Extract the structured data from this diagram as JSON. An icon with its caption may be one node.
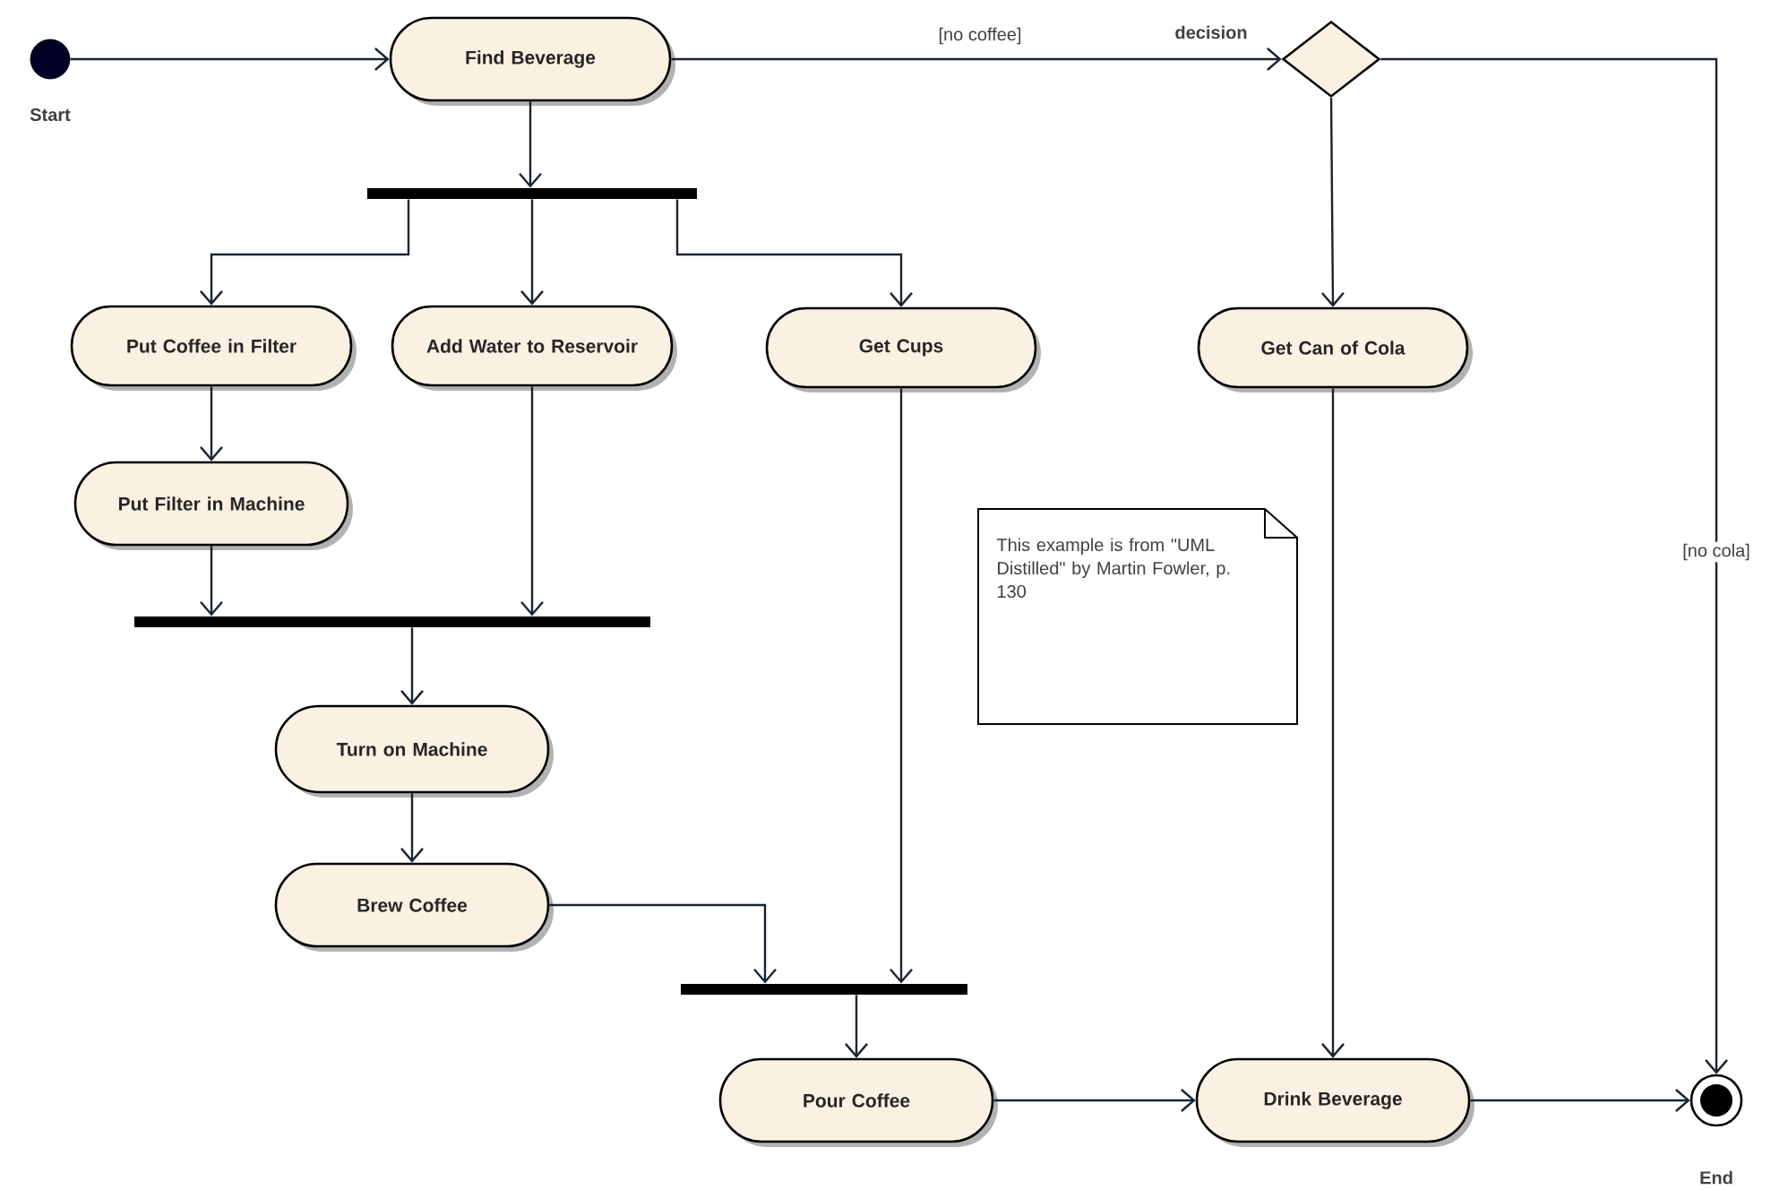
{
  "diagram": {
    "nodes": [
      {
        "text": [],
        "shape": "circle",
        "beside": [
          "Start"
        ]
      },
      {
        "text": [
          "Find Beverage"
        ]
      },
      {
        "text": [],
        "shape": "diamond",
        "beside": [
          "decision"
        ]
      },
      {
        "text": [],
        "shape": "bar"
      },
      {
        "text": [
          "Put Coffee in Filter"
        ]
      },
      {
        "text": [
          "Add Water to Reservoir"
        ]
      },
      {
        "text": [
          "Get Cups"
        ]
      },
      {
        "text": [
          "Get Can of Cola"
        ]
      },
      {
        "text": [
          "Put Filter in Machine"
        ]
      },
      {
        "text": [
          "This example is from \"UML Distilled\" by Martin Fowler, p. 130"
        ]
      },
      {
        "text": [],
        "shape": "bar"
      },
      {
        "text": [
          "Turn on Machine"
        ]
      },
      {
        "text": [
          "Brew Coffee"
        ]
      },
      {
        "text": [],
        "shape": "bar"
      },
      {
        "text": [
          "Pour Coffee"
        ]
      },
      {
        "text": [
          "Drink Beverage"
        ]
      },
      {
        "text": [],
        "shape": "circle",
        "beside": [
          "End"
        ]
      }
    ],
    "edges": [
      {
        "from": 0,
        "to": 1,
        "arrow": "to"
      },
      {
        "from": 1,
        "to": 2,
        "arrow": "to",
        "label": "[no coffee]"
      },
      {
        "from": 1,
        "to": 3,
        "arrow": "to"
      },
      {
        "from": 3,
        "to": 4,
        "arrow": "to"
      },
      {
        "from": 3,
        "to": 5,
        "arrow": "to"
      },
      {
        "from": 3,
        "to": 6,
        "arrow": "to"
      },
      {
        "from": 2,
        "to": 7,
        "arrow": "to"
      },
      {
        "from": 2,
        "to": 16,
        "arrow": "to",
        "label": "[no cola]"
      },
      {
        "from": 4,
        "to": 8,
        "arrow": "to"
      },
      {
        "from": 8,
        "to": 10,
        "arrow": "to"
      },
      {
        "from": 5,
        "to": 10,
        "arrow": "to"
      },
      {
        "from": 10,
        "to": 11,
        "arrow": "to"
      },
      {
        "from": 11,
        "to": 12,
        "arrow": "to"
      },
      {
        "from": 12,
        "to": 13,
        "arrow": "to"
      },
      {
        "from": 6,
        "to": 13,
        "arrow": "to"
      },
      {
        "from": 13,
        "to": 14,
        "arrow": "to"
      },
      {
        "from": 14,
        "to": 15,
        "arrow": "to"
      },
      {
        "from": 7,
        "to": 15,
        "arrow": "to"
      },
      {
        "from": 15,
        "to": 16,
        "arrow": "to"
      }
    ]
  }
}
